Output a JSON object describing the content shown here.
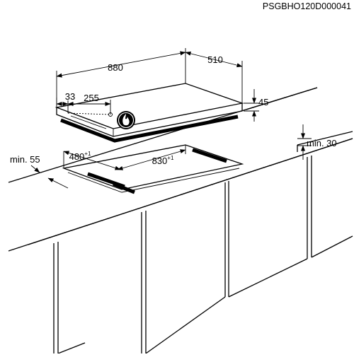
{
  "drawing_code": "PSGBHO120D000041",
  "dimensions": {
    "hob_width": "880",
    "hob_depth": "510",
    "hob_height": "45",
    "side_offset": "33",
    "knob_offset": "255",
    "cutout_depth": "480",
    "cutout_depth_tol": "+1",
    "cutout_width": "830",
    "cutout_width_tol": "+1",
    "min_front": "min. 55",
    "min_wall": "min. 30"
  },
  "icons": {
    "burner_symbol": "gas-flame-icon"
  }
}
